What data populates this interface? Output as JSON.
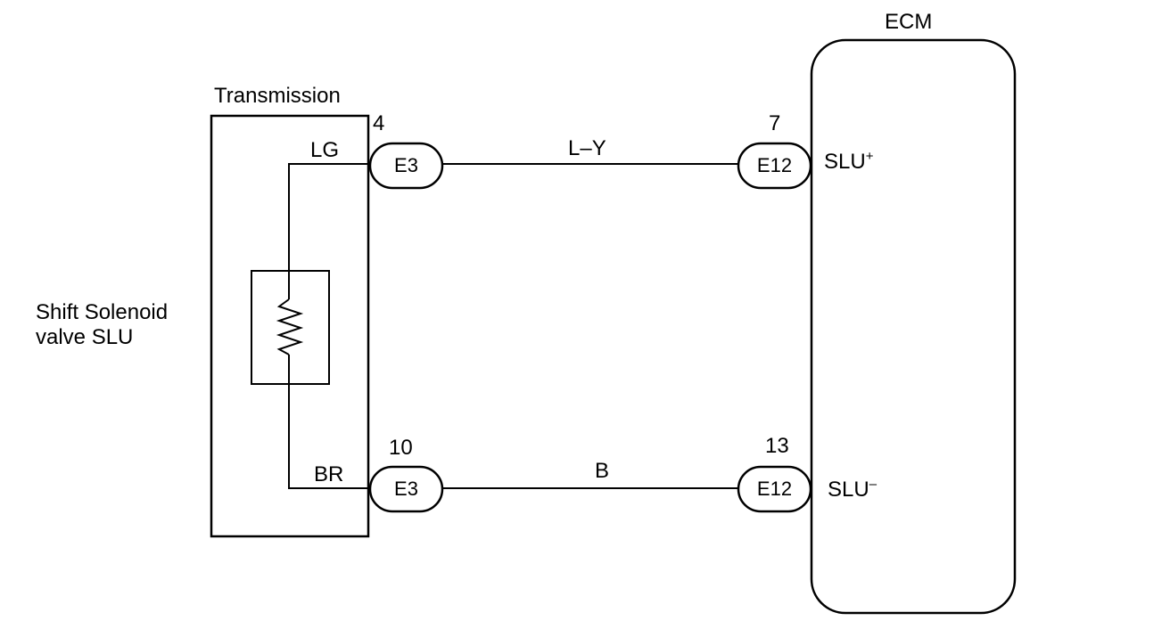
{
  "components": {
    "transmission": {
      "title": "Transmission"
    },
    "ecm": {
      "title": "ECM"
    },
    "solenoid": {
      "line1": "Shift Solenoid",
      "line2": "valve SLU"
    }
  },
  "circuits": [
    {
      "id": "upper",
      "trans_wire": "LG",
      "trans_connector": "E3",
      "trans_pin": "4",
      "harness_wire": "L–Y",
      "ecm_connector": "E12",
      "ecm_pin": "7",
      "ecm_terminal": "SLU",
      "ecm_terminal_sup": "+"
    },
    {
      "id": "lower",
      "trans_wire": "BR",
      "trans_connector": "E3",
      "trans_pin": "10",
      "harness_wire": "B",
      "ecm_connector": "E12",
      "ecm_pin": "13",
      "ecm_terminal": "SLU",
      "ecm_terminal_sup": "–"
    }
  ]
}
